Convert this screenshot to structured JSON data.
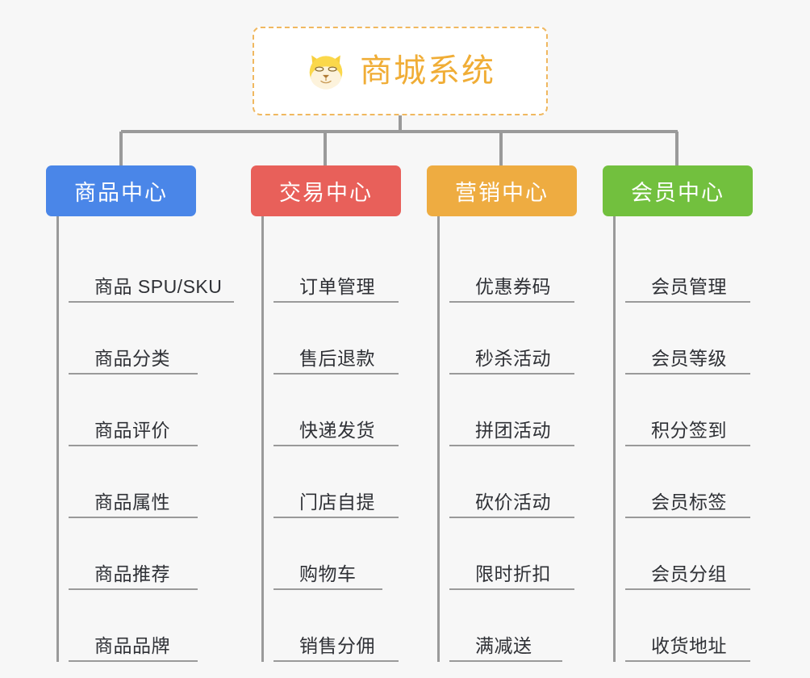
{
  "root": {
    "title": "商城系统",
    "icon": "shiba-dog-face-icon",
    "border_color": "#f0b860",
    "text_color": "#f0ad36",
    "background": "#ffffff"
  },
  "canvas": {
    "background": "#f7f7f7",
    "line_color": "#9a9a9a"
  },
  "categories": [
    {
      "label": "商品中心",
      "color": "#4a86e8",
      "items": [
        {
          "label": "商品 SPU/SKU",
          "width": "wide"
        },
        {
          "label": "商品分类",
          "width": "narrow"
        },
        {
          "label": "商品评价",
          "width": "narrow"
        },
        {
          "label": "商品属性",
          "width": "narrow"
        },
        {
          "label": "商品推荐",
          "width": "narrow"
        },
        {
          "label": "商品品牌",
          "width": "narrow"
        }
      ]
    },
    {
      "label": "交易中心",
      "color": "#e8605a",
      "items": [
        {
          "label": "订单管理",
          "width": "wide"
        },
        {
          "label": "售后退款",
          "width": "wide"
        },
        {
          "label": "快递发货",
          "width": "wide"
        },
        {
          "label": "门店自提",
          "width": "wide"
        },
        {
          "label": "购物车",
          "width": "narrow"
        },
        {
          "label": "销售分佣",
          "width": "wide"
        }
      ]
    },
    {
      "label": "营销中心",
      "color": "#eeac41",
      "items": [
        {
          "label": "优惠券码",
          "width": "wide"
        },
        {
          "label": "秒杀活动",
          "width": "wide"
        },
        {
          "label": "拼团活动",
          "width": "wide"
        },
        {
          "label": "砍价活动",
          "width": "wide"
        },
        {
          "label": "限时折扣",
          "width": "wide"
        },
        {
          "label": "满减送",
          "width": "narrow"
        }
      ]
    },
    {
      "label": "会员中心",
      "color": "#72c03e",
      "items": [
        {
          "label": "会员管理",
          "width": "wide"
        },
        {
          "label": "会员等级",
          "width": "wide"
        },
        {
          "label": "积分签到",
          "width": "wide"
        },
        {
          "label": "会员标签",
          "width": "wide"
        },
        {
          "label": "会员分组",
          "width": "wide"
        },
        {
          "label": "收货地址",
          "width": "wide"
        }
      ]
    }
  ]
}
